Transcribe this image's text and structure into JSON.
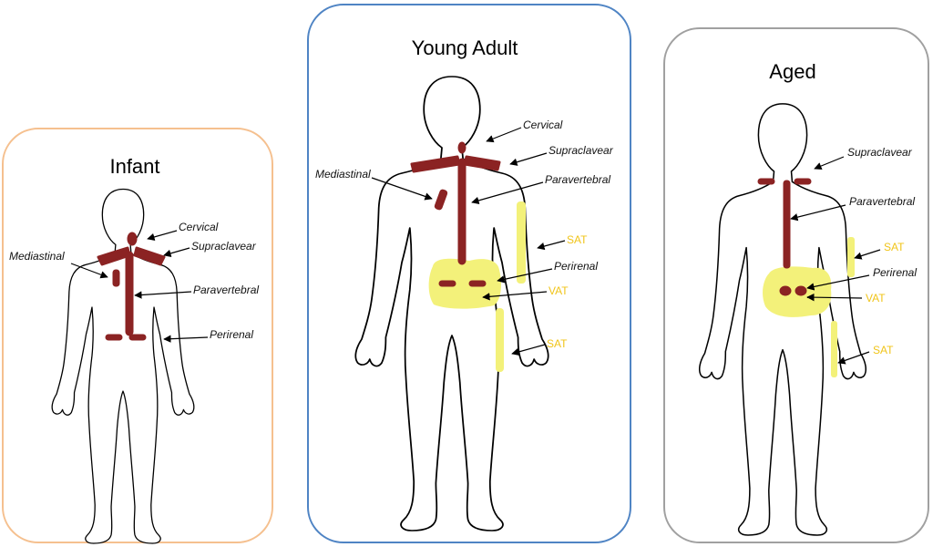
{
  "colors": {
    "infant_border": "#f5c08f",
    "young_border": "#4f84c4",
    "aged_border": "#a0a0a0",
    "bat": "#8b2323",
    "fat": "#f3f17a",
    "fat_label": "#f0c419"
  },
  "panels": {
    "infant": {
      "title": "Infant",
      "labels": {
        "cervical": "Cervical",
        "supraclavear": "Supraclavear",
        "mediastinal": "Mediastinal",
        "paravertebral": "Paravertebral",
        "perirenal": "Perirenal"
      }
    },
    "young": {
      "title": "Young Adult",
      "labels": {
        "cervical": "Cervical",
        "supraclavear": "Supraclavear",
        "mediastinal": "Mediastinal",
        "paravertebral": "Paravertebral",
        "perirenal": "Perirenal",
        "sat1": "SAT",
        "vat": "VAT",
        "sat2": "SAT"
      }
    },
    "aged": {
      "title": "Aged",
      "labels": {
        "supraclavear": "Supraclavear",
        "paravertebral": "Paravertebral",
        "perirenal": "Perirenal",
        "sat1": "SAT",
        "vat": "VAT",
        "sat2": "SAT"
      }
    }
  }
}
